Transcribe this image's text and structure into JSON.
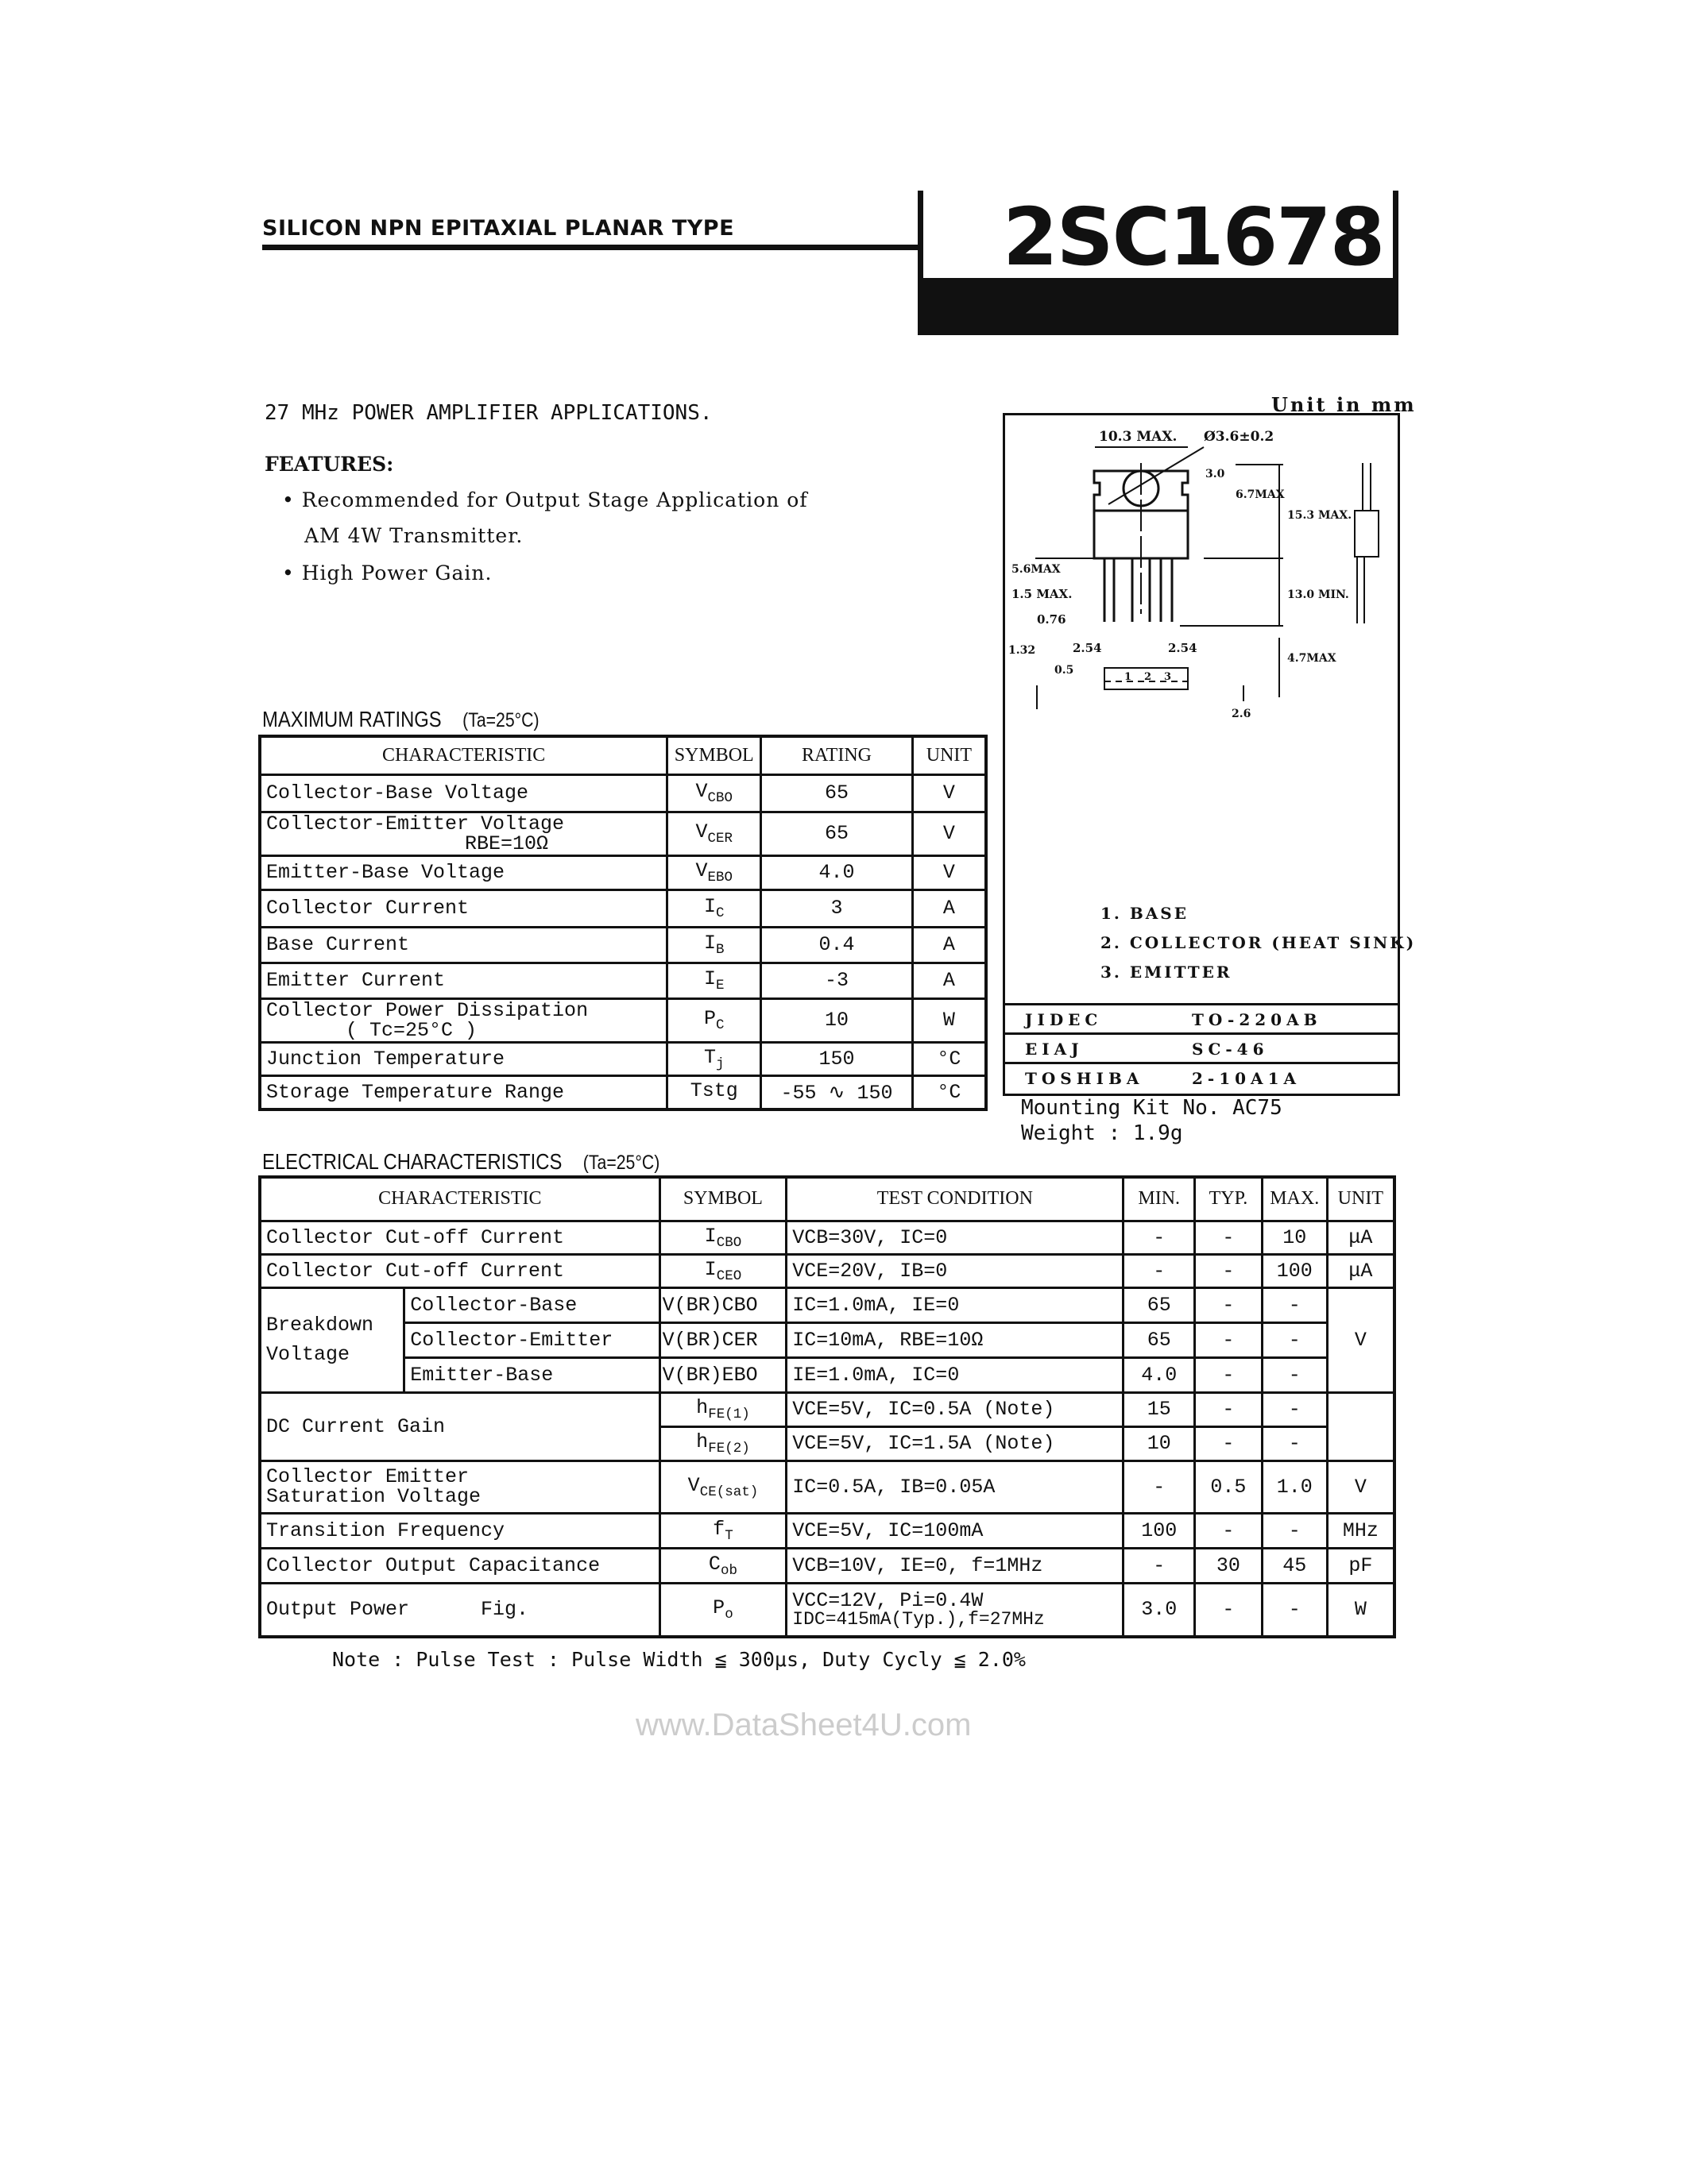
{
  "header": {
    "type": "SILICON NPN EPITAXIAL PLANAR TYPE",
    "part_number": "2SC1678"
  },
  "application": "27 MHz POWER AMPLIFIER APPLICATIONS.",
  "features": {
    "heading": "FEATURES:",
    "items": [
      "• Recommended for Output Stage Application of",
      "AM 4W Transmitter.",
      "• High Power Gain."
    ]
  },
  "max_ratings": {
    "title": "MAXIMUM RATINGS",
    "condition": "(Ta=25°C)",
    "headers": [
      "CHARACTERISTIC",
      "SYMBOL",
      "RATING",
      "UNIT"
    ],
    "rows": [
      {
        "char": "Collector-Base Voltage",
        "note": "",
        "sym": "V",
        "sub": "CBO",
        "rating": "65",
        "unit": "V"
      },
      {
        "char": "Collector-Emitter Voltage",
        "note": "RBE=10Ω",
        "sym": "V",
        "sub": "CER",
        "rating": "65",
        "unit": "V"
      },
      {
        "char": "Emitter-Base Voltage",
        "note": "",
        "sym": "V",
        "sub": "EBO",
        "rating": "4.0",
        "unit": "V"
      },
      {
        "char": "Collector Current",
        "note": "",
        "sym": "I",
        "sub": "C",
        "rating": "3",
        "unit": "A"
      },
      {
        "char": "Base Current",
        "note": "",
        "sym": "I",
        "sub": "B",
        "rating": "0.4",
        "unit": "A"
      },
      {
        "char": "Emitter Current",
        "note": "",
        "sym": "I",
        "sub": "E",
        "rating": "-3",
        "unit": "A"
      },
      {
        "char": "Collector Power Dissipation",
        "note": "( Tc=25°C )",
        "sym": "P",
        "sub": "C",
        "rating": "10",
        "unit": "W"
      },
      {
        "char": "Junction Temperature",
        "note": "",
        "sym": "T",
        "sub": "j",
        "rating": "150",
        "unit": "°C"
      },
      {
        "char": "Storage Temperature Range",
        "note": "",
        "sym": "Tstg",
        "sub": "",
        "rating": "-55 ∿ 150",
        "unit": "°C"
      }
    ]
  },
  "package": {
    "unit": "Unit in mm",
    "dims": [
      "10.3 MAX.",
      "Ø3.6±0.2",
      "3.0",
      "6.7MAX",
      "15.3 MAX.",
      "5.6MAX",
      "1.5 MAX.",
      "0.76",
      "13.0 MIN.",
      "2.54",
      "2.54",
      "4.7MAX",
      "1.32",
      "0.5",
      "2.6",
      "1",
      "2",
      "3"
    ],
    "pins": [
      "1. BASE",
      "2. COLLECTOR (HEAT SINK)",
      "3. EMITTER"
    ],
    "standards": [
      {
        "org": "JIDEC",
        "code": "TO-220AB"
      },
      {
        "org": "EIAJ",
        "code": "SC-46"
      },
      {
        "org": "TOSHIBA",
        "code": "2-10A1A"
      }
    ],
    "mounting_kit": "Mounting Kit No. AC75",
    "weight": "Weight : 1.9g"
  },
  "electrical": {
    "title": "ELECTRICAL CHARACTERISTICS",
    "condition": "(Ta=25°C)",
    "headers": [
      "CHARACTERISTIC",
      "SYMBOL",
      "TEST CONDITION",
      "MIN.",
      "TYP.",
      "MAX.",
      "UNIT"
    ],
    "icbo": {
      "char": "Collector Cut-off Current",
      "sym": "I",
      "sub": "CBO",
      "cond": "VCB=30V, IC=0",
      "min": "-",
      "typ": "-",
      "max": "10",
      "unit": "μA"
    },
    "iceo": {
      "char": "Collector Cut-off Current",
      "sym": "I",
      "sub": "CEO",
      "cond": "VCE=20V, IB=0",
      "min": "-",
      "typ": "-",
      "max": "100",
      "unit": "μA"
    },
    "breakdown": {
      "label1": "Breakdown",
      "label2": "Voltage",
      "unit": "V",
      "rows": [
        {
          "char": "Collector-Base",
          "sym": "V(BR)CBO",
          "cond": "IC=1.0mA, IE=0",
          "min": "65",
          "typ": "-",
          "max": "-"
        },
        {
          "char": "Collector-Emitter",
          "sym": "V(BR)CER",
          "cond": "IC=10mA, RBE=10Ω",
          "min": "65",
          "typ": "-",
          "max": "-"
        },
        {
          "char": "Emitter-Base",
          "sym": "V(BR)EBO",
          "cond": "IE=1.0mA, IC=0",
          "min": "4.0",
          "typ": "-",
          "max": "-"
        }
      ]
    },
    "hfe": {
      "char": "DC Current Gain",
      "rows": [
        {
          "sym": "h",
          "sub": "FE(1)",
          "cond": "VCE=5V, IC=0.5A (Note)",
          "min": "15",
          "typ": "-",
          "max": "-"
        },
        {
          "sym": "h",
          "sub": "FE(2)",
          "cond": "VCE=5V, IC=1.5A (Note)",
          "min": "10",
          "typ": "-",
          "max": "-"
        }
      ]
    },
    "vcesat": {
      "char1": "Collector Emitter",
      "char2": "Saturation Voltage",
      "sym": "V",
      "sub": "CE(sat)",
      "cond": "IC=0.5A, IB=0.05A",
      "min": "-",
      "typ": "0.5",
      "max": "1.0",
      "unit": "V"
    },
    "ft": {
      "char": "Transition Frequency",
      "sym": "f",
      "sub": "T",
      "cond": "VCE=5V, IC=100mA",
      "min": "100",
      "typ": "-",
      "max": "-",
      "unit": "MHz"
    },
    "cob": {
      "char": "Collector Output Capacitance",
      "sym": "C",
      "sub": "ob",
      "cond": "VCB=10V, IE=0, f=1MHz",
      "min": "-",
      "typ": "30",
      "max": "45",
      "unit": "pF"
    },
    "po": {
      "char": "Output Power",
      "fig": "Fig.",
      "sym": "P",
      "sub": "o",
      "cond1": "VCC=12V, Pi=0.4W",
      "cond2": "IDC=415mA(Typ.),f=27MHz",
      "min": "3.0",
      "typ": "-",
      "max": "-",
      "unit": "W"
    }
  },
  "note": "Note : Pulse Test : Pulse Width ≦ 300μs, Duty Cycly ≦ 2.0%",
  "watermark": "www.DataSheet4U.com"
}
